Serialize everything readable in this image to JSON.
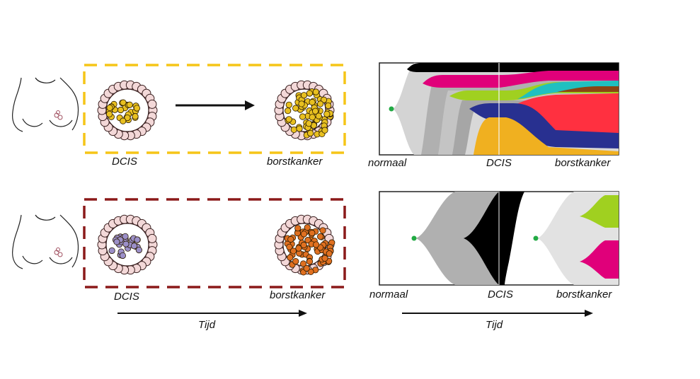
{
  "top_row": {
    "left_label": "DCIS",
    "right_label": "borstkanker",
    "box_color": "#f5c518",
    "early_cells_color": "#e8c020",
    "late_cells_color": "#e8c020"
  },
  "bottom_row": {
    "left_label": "DCIS",
    "right_label": "borstkanker",
    "box_color": "#8b1a1a",
    "early_cells_color": "#9b8fc8",
    "late_cells_color": "#e07020"
  },
  "time_axis_left": {
    "label": "Tijd"
  },
  "fishplot_top": {
    "labels": [
      "normaal",
      "DCIS",
      "borstkanker"
    ],
    "colors": [
      "#000000",
      "#e0007a",
      "#a0d020",
      "#20c0c0",
      "#8b4513",
      "#ff3040",
      "#283090",
      "#f0b020"
    ]
  },
  "fishplot_bottom": {
    "labels": [
      "normaal",
      "DCIS",
      "borstkanker"
    ],
    "colors": [
      "#000000",
      "#a0d020",
      "#e0007a"
    ]
  },
  "time_axis_right": {
    "label": "Tijd"
  }
}
